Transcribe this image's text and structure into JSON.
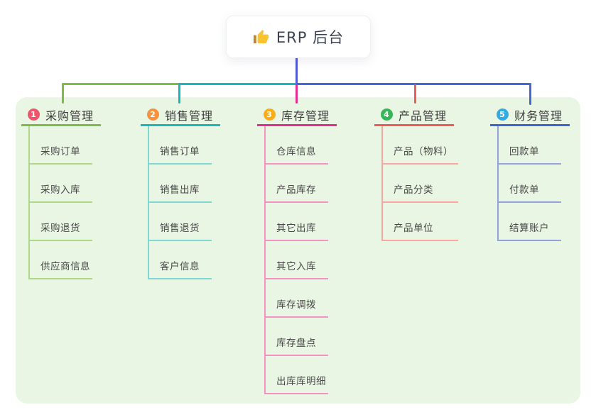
{
  "root": {
    "title": "ERP 后台",
    "icon": "thumbs-up-icon"
  },
  "board": {
    "background": "#EAF6E4"
  },
  "connectors": {
    "root_stem_color": "#4F58D5",
    "bus_segment_colors": [
      "#7CBE45",
      "#17B9BE",
      "#4667D8"
    ],
    "drop_colors": [
      "#7CBE45",
      "#17B9BE",
      "#E42D92",
      "#F05A58",
      "#4667D8"
    ]
  },
  "columns": [
    {
      "number": "1",
      "title": "采购管理",
      "badge_color": "#F1556C",
      "line_color": "#7CBE45",
      "light_line_color": "#AFD788",
      "items": [
        "采购订单",
        "采购入库",
        "采购退货",
        "供应商信息"
      ]
    },
    {
      "number": "2",
      "title": "销售管理",
      "badge_color": "#F8923C",
      "line_color": "#17B9BE",
      "light_line_color": "#7FD8D4",
      "items": [
        "销售订单",
        "销售出库",
        "销售退货",
        "客户信息"
      ]
    },
    {
      "number": "3",
      "title": "库存管理",
      "badge_color": "#FBAD17",
      "line_color": "#E42D92",
      "light_line_color": "#F392C3",
      "items": [
        "仓库信息",
        "产品库存",
        "其它出库",
        "其它入库",
        "库存调拨",
        "库存盘点",
        "出库库明细"
      ]
    },
    {
      "number": "4",
      "title": "产品管理",
      "badge_color": "#38B558",
      "line_color": "#F05A58",
      "light_line_color": "#F8A8A0",
      "items": [
        "产品（物料）",
        "产品分类",
        "产品单位"
      ]
    },
    {
      "number": "5",
      "title": "财务管理",
      "badge_color": "#32ABE3",
      "line_color": "#3E63D4",
      "light_line_color": "#93A3DD",
      "items": [
        "回款单",
        "付款单",
        "结算账户"
      ]
    }
  ]
}
